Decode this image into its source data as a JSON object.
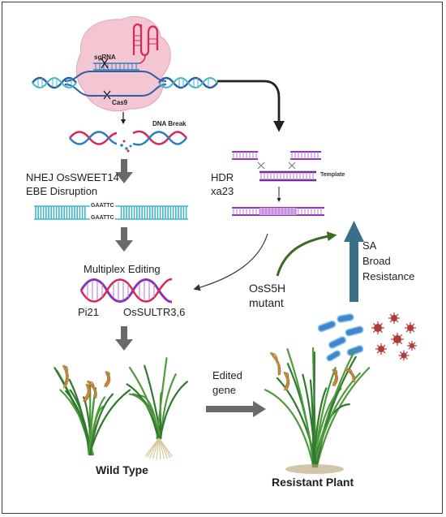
{
  "labels": {
    "sgrna": "sgRNA",
    "cas9": "Cas9",
    "dna_break": "DNA Break",
    "nhej_line1": "NHEJ OsSWEET14",
    "nhej_line2": "EBE Disruption",
    "seq1": "GAATTC",
    "seq2": "GAATTC",
    "hdr_line1": "HDR",
    "hdr_line2": "xa23",
    "template": "Template",
    "multiplex": "Multiplex Editing",
    "pi21": "Pi21",
    "ossultr": "OsSULTR3,6",
    "os5h_line1": "OsS5H",
    "os5h_line2": "mutant",
    "sa_line1": "SA",
    "sa_line2": "Broad",
    "sa_line3": "Resistance",
    "edited_line1": "Edited",
    "edited_line2": "gene",
    "wild_type": "Wild Type",
    "resistant_plant": "Resistant Plant"
  },
  "colors": {
    "dna_blue": "#2d7fc1",
    "dna_pink": "#d6285a",
    "cas9_fill": "#f3c6d2",
    "ladder_teal": "#43b7c6",
    "purple": "#8c34b8",
    "arrow_gray": "#666666",
    "green_arrow": "#3d6b22",
    "sa_arrow": "#3b6f87",
    "bacteria": "#3f86cf",
    "virus": "#b03a3a"
  },
  "icons": [
    "cas9-complex-icon",
    "dna-helix-icon",
    "rice-plant-icon",
    "bacteria-icon",
    "virus-icon"
  ]
}
